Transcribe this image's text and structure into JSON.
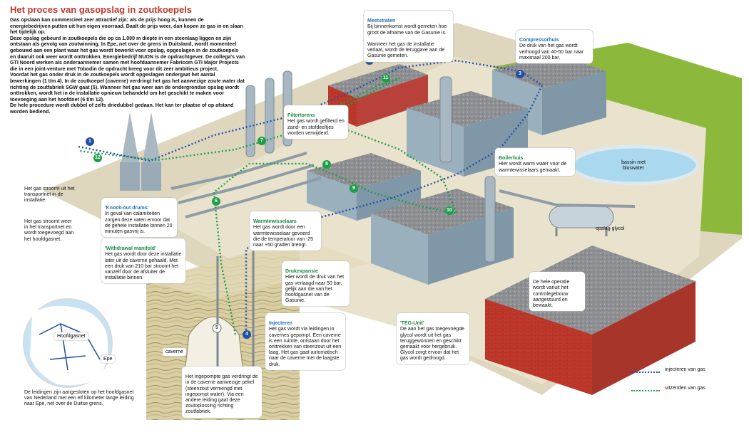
{
  "title": "Het proces van gasopslag in zoutkoepels",
  "intro": "Gas opslaan kan commercieel zeer attractief zijn: als de prijs hoog is, kunnen de energiebedrijven putten uit hun eigen voorraad. Daalt de prijs weer, dan kopen ze gas in en slaan het tijdelijk op.\nDeze opslag gebeurd in zoutkoepels die op ca 1.000 m diepte in een steenlaag liggen en zijn ontstaan als gevolg van zoutwinning. In Epe, net over de grens in Duitsland, wordt momenteel gebouwd aan een plant waar het gas wordt bewerkt voor opslag, opgeslagen in de zoutkoepels en daaruit ook weer wordt onttrokken. Energiebedrijf NUON is de opdrachtgever. De collega's van GTI Noord werken als onderaannemer samen met hoofdaannemer Fabricom GTI Major Projects die in een joint-venture met Tobodin de opdracht kreeg voor dit zeer ambitieus project.\nVoordat het gas onder druk in de zoutkoepels wordt opgeslagen ondergaat het aantal bewerkingen (1 t/m 4). In de zoutkoepel (caverne) verdringt het gas het aanwezige zoute water dat richting de zoutfabriek SGW gaat (5). Wanneer het gas weer aan de ondergrondse opslag wordt onttrokken, wordt het in de installatie opnieuw behandeld om het geschikt te maken voor toevoeging aan het hoofdnet (6 t/m 12).\nDe hele procedure wordt dubbel of zelfs driedubbel gedaan. Het kan ter plaatse of op afstand worden bediend.",
  "cards": {
    "meetstraten": {
      "title": "Meetstraten",
      "body": "Bij binnenkomst wordt gemeten hoe groot de afname van de Gasunie is.\n\nWanneer het gas de installatie verlaat, wordt de teruggave aan de Gasunie gemeten."
    },
    "compressorhuis": {
      "title": "Compressorhuis",
      "body": "De druk van het gas wordt verhoogd van 40-50 bar naar maximaal 200 bar."
    },
    "filtertorens": {
      "title": "Filtertorens",
      "body": "Het gas wordt gefilterd en zand- en stofdeeltjes worden verwijderd."
    },
    "boilerhuis": {
      "title": "Boilerhuis",
      "body": "Hier wordt warm water voor de warmtewisselaars gemaakt."
    },
    "knockout": {
      "title": "'Knock-out drums'",
      "body": "In geval van calamiteiten zorgen deze vaten ervoor dat de gehele installatie binnen 20 minuten gasvrij is."
    },
    "withdrawal": {
      "title": "'Withdrawal manifold'",
      "body": "Het gas wordt door deze installatie later uit de caverne gehaald. Met een druk van 210 bar stroomt het vanzelf door de afsluiter de installatie binnen."
    },
    "warmtewisselaars": {
      "title": "Warmtewisselaars",
      "body": "Het gas wordt door een warmtewisselaar gevoerd die de temperatuur van -25 naar +50 graden brengt."
    },
    "drukexpansie": {
      "title": "Drukexpansie",
      "body": "Hier wordt de druk van het gas verlaagd naar 50 bar, gelijk aan die van het hoofdgasnet van de Gasunie."
    },
    "injecteren": {
      "title": "Injecteren",
      "body": "Het gas wordt via leidingen in cavernes gepompt. Een caverne is een ruimte, ontstaan door het onttrekken van steenzout uit een laag. Het gas gaat automatisch naar de caverne met de laagste druk."
    },
    "teg": {
      "title": "'TEG-Unit'",
      "body": "De aan het gas toegevoegde glycol wordt uit het gas teruggewonnen en geschikt gemaakt voor hergebruik. Glycol zorgt ervoor dat het gas wordt gedroogd."
    },
    "controle": {
      "body": "De hele operatie wordt vanuit het controlegebouw aangestuurd en bewaakt."
    },
    "bassin": {
      "body": "bassin met bluswater"
    },
    "verdringt": {
      "body": "Het ingepompte gas verdringt de in de caverne aanwezige pekel (steenzout vermengd met ingepompt water). Via een andere leiding gaat deze zoutoplossing richting zoutfabriek."
    }
  },
  "labels": {
    "stroomt_in": "Het gas stroomt uit het transportnet in de installatie.",
    "stroomt_weer": "Het gas stroomt weer in het transportnet en wordt toegevoegd aan het hoofdgasnet.",
    "glycol": "opslag glycol",
    "caverne": "caverne",
    "hoofdgasnet": "Hoofdgasnet",
    "epe": "Epe",
    "leidingen": "De leidingen zijn aangesloten op het hoofdgasnet van Nederland met een elf kilometer lange leiding naar Epe, net over de Duitse grens."
  },
  "legend": {
    "inject": "injecteren van gas",
    "withdraw": "uitzenden van gas",
    "inject_color": "#1f4fa8",
    "withdraw_color": "#1e9e48"
  },
  "markers": {
    "blue": [
      "1",
      "2",
      "3",
      "4"
    ],
    "green": [
      "6",
      "7",
      "8",
      "9",
      "10",
      "11",
      "12"
    ],
    "grey": [
      "5"
    ]
  }
}
